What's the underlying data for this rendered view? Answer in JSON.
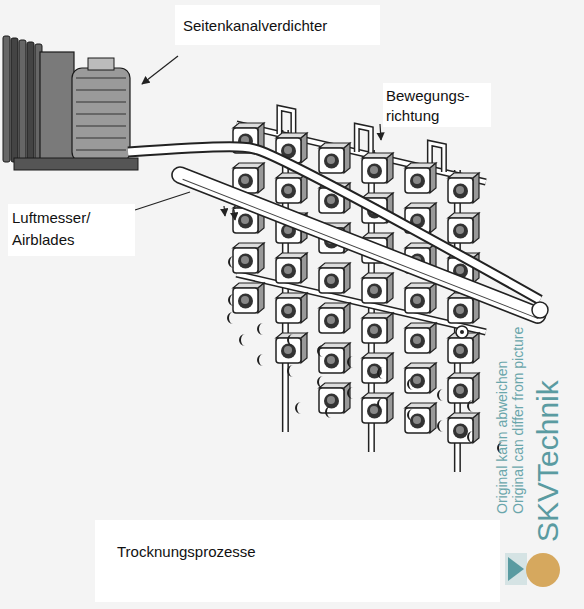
{
  "diagram": {
    "caption": "Trocknungsprozesse",
    "labels": [
      "Seitenkanalverdichter",
      "Bewegungs- richtung",
      "Luftmesser/ Airblades",
      "Original kann abweichen",
      "Original can differ from picture",
      "SKVTechnik"
    ]
  }
}
